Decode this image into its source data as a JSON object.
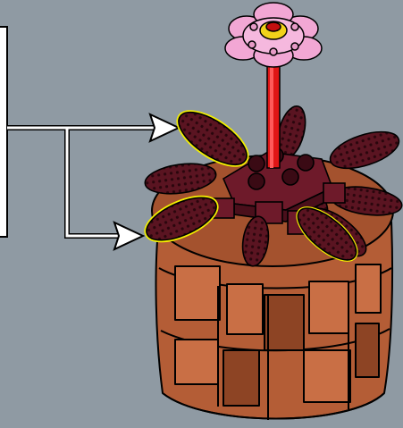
{
  "canvas": {
    "background": "#8f9aa3"
  },
  "colors": {
    "pot": "#b45d36",
    "pot_shade": "#8d4424",
    "pot_light": "#c96f45",
    "leaf_dark": "#5a1421",
    "leaf_mid": "#6e1a2a",
    "highlight": "#f5f000",
    "stem": "#e01616",
    "flower": "#f2a7d4",
    "flower_center": "#f2d21a",
    "arrow": "#ffffff",
    "outline": "#000000"
  },
  "callout": {
    "name": "step-callout-box",
    "arrow_targets": [
      "upper-highlighted-leaf",
      "lower-highlighted-leaf"
    ]
  },
  "model": {
    "parts": [
      "terracotta-pot",
      "dark-red-leaf-assembly",
      "red-stem",
      "pink-flower"
    ],
    "highlighted_parts": [
      "upper-left-leaf",
      "lower-left-leaf"
    ]
  }
}
